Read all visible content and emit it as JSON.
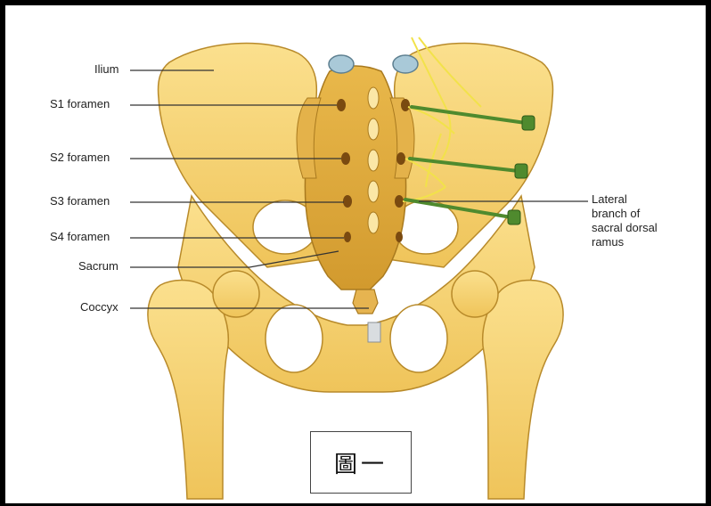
{
  "labels": {
    "ilium": "Ilium",
    "s1": "S1 foramen",
    "s2": "S2 foramen",
    "s3": "S3 foramen",
    "s4": "S4 foramen",
    "sacrum": "Sacrum",
    "coccyx": "Coccyx",
    "lateral_branch_lines": [
      "Lateral",
      "branch of",
      "sacral dorsal",
      "ramus"
    ]
  },
  "caption": "圖一",
  "colors": {
    "bone": "#f7d57a",
    "bone_shadow": "#d9a93a",
    "bone_outline": "#b88a2a",
    "nerve": "#f2e24a",
    "needle": "#4f8a2e",
    "leader": "#333333"
  }
}
